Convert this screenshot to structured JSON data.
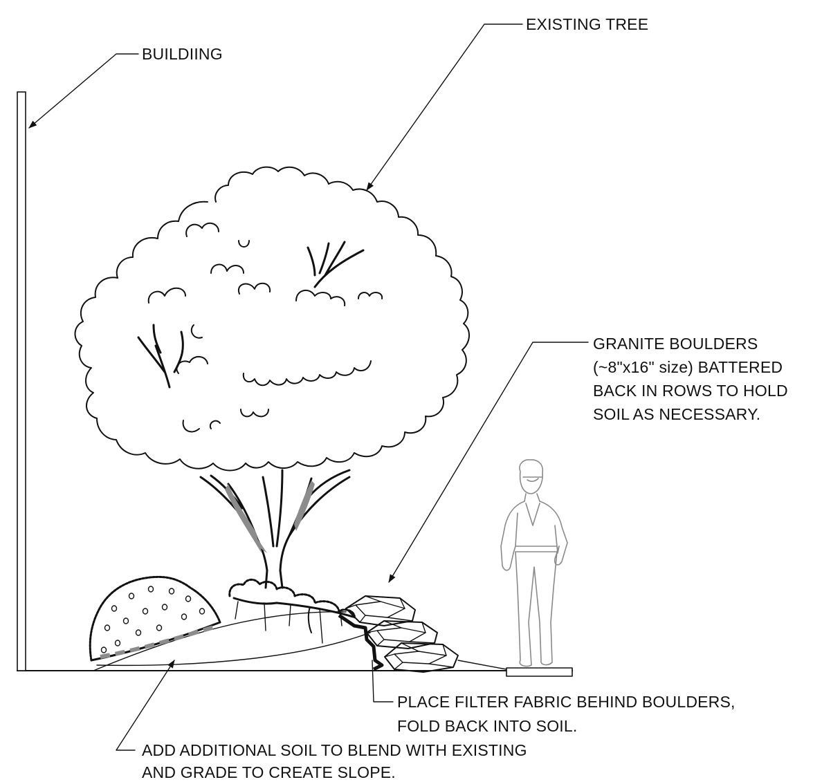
{
  "labels": {
    "building": "BUILDIING",
    "existing_tree": "EXISTING TREE",
    "granite": [
      "GRANITE BOULDERS",
      "(~8\"x16\" size) BATTERED",
      "BACK IN ROWS TO HOLD",
      "SOIL AS NECESSARY."
    ],
    "filter_fabric": [
      "PLACE FILTER FABRIC BEHIND BOULDERS,",
      "FOLD BACK INTO SOIL."
    ],
    "soil": [
      "ADD ADDITIONAL SOIL TO BLEND WITH EXISTING",
      "AND GRADE TO CREATE SLOPE."
    ]
  },
  "colors": {
    "ink": "#111111",
    "shade": "#8c8c8c",
    "person": "#8a8a8a"
  }
}
